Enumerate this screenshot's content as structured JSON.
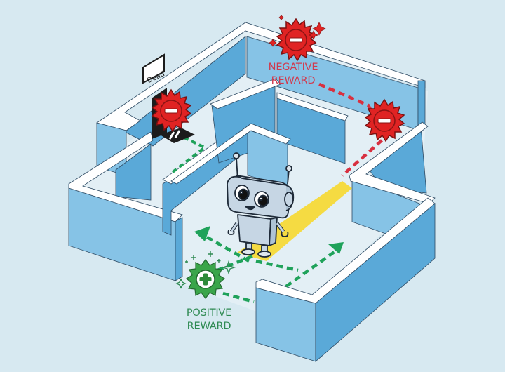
{
  "scene": {
    "title": "Reinforcement learning maze",
    "background": "#d7e9f1",
    "colors": {
      "wall_top": "#ffffff",
      "wall_light": "#86c3e6",
      "wall_dark": "#5aa9d8",
      "floor": "#e3eff5",
      "outline": "#2d4a63",
      "negative": "#e02323",
      "positive": "#3aa54a",
      "positive_path": "#1fa25a",
      "negative_path": "#d83040",
      "highlight_path": "#f5d938"
    }
  },
  "labels": {
    "negative_reward": [
      "NEGATIVE",
      "REWARD"
    ],
    "positive_reward": [
      "POSITIVE",
      "REWARD"
    ],
    "dead_sign": "Dead"
  },
  "rewards": [
    {
      "type": "negative",
      "symbol": "minus",
      "position": "top-center"
    },
    {
      "type": "negative",
      "symbol": "minus",
      "position": "dead-end-door"
    },
    {
      "type": "negative",
      "symbol": "minus",
      "position": "right-wall"
    },
    {
      "type": "positive",
      "symbol": "plus",
      "position": "bottom-left"
    }
  ],
  "agent": {
    "name": "robot",
    "state": "standing",
    "position": "maze-center"
  }
}
